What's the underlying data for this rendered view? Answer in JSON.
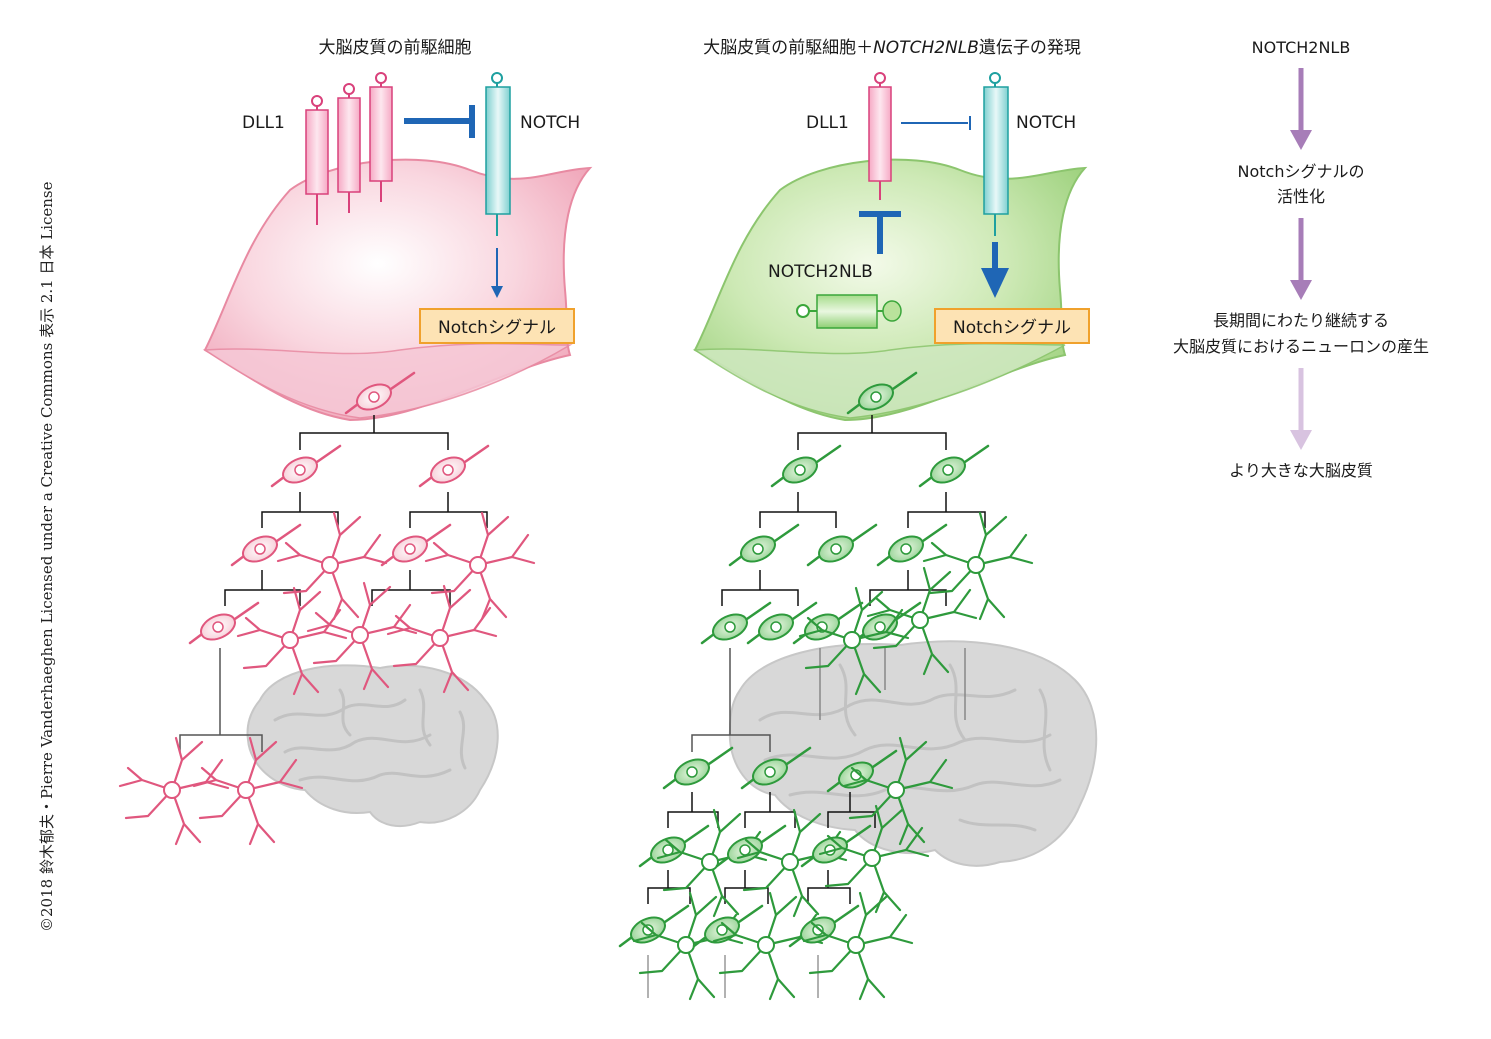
{
  "left_panel": {
    "title": "大脳皮質の前駆細胞",
    "dll1_label": "DLL1",
    "notch_label": "NOTCH",
    "signal_box": "Notchシグナル"
  },
  "middle_panel": {
    "title_part1": "大脳皮質の前駆細胞＋",
    "title_italic": "NOTCH2NLB",
    "title_part2": "遺伝子の発現",
    "dll1_label": "DLL1",
    "notch_label": "NOTCH",
    "notch2nlb_label": "NOTCH2NLB",
    "signal_box": "Notchシグナル"
  },
  "flow": {
    "steps": [
      {
        "lines": [
          "NOTCH2NLB"
        ]
      },
      {
        "lines": [
          "Notchシグナルの",
          "活性化"
        ]
      },
      {
        "lines": [
          "長期間にわたり継続する",
          "大脳皮質におけるニューロンの産生"
        ]
      },
      {
        "lines": [
          "より大きな大脳皮質"
        ]
      }
    ],
    "arrow_color": "#a77db8",
    "arrow_color_light": "#d8c3e0"
  },
  "colors": {
    "pink": "#e0577e",
    "pink_fill": "#f7d3dd",
    "green": "#2e9a3c",
    "green_fill": "#bfe3a7",
    "teal": "#27a7a7",
    "blue": "#1f66b5",
    "signal_box_fill": "#fde3b4",
    "signal_box_border": "#f0a12c",
    "brain": "#d6d6d6"
  },
  "copyright": "©2018 鈴木郁夫・Pierre Vanderhaeghen Licensed under a Creative Commons 表示 2.1 日本 License"
}
